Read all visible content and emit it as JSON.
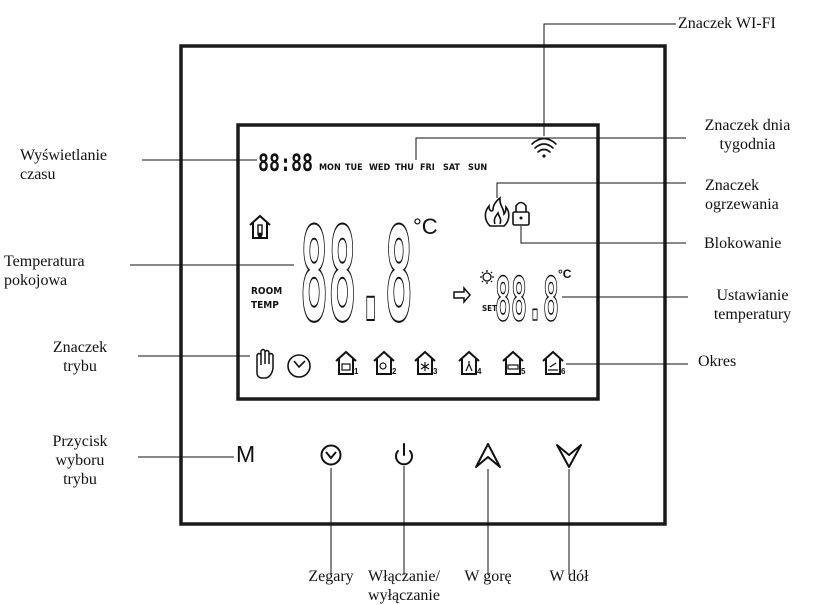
{
  "lcd": {
    "clock": "88:88",
    "days": [
      "MON",
      "TUE",
      "WED",
      "THU",
      "FRI",
      "SAT",
      "SUN"
    ],
    "room_temp_label": [
      "ROOM",
      "TEMP"
    ],
    "set_label": "SET",
    "room_unit": "°C",
    "set_unit": "°C",
    "room_temperature": "88.8",
    "set_temperature": "88.8",
    "period_numbers": [
      "1",
      "2",
      "3",
      "4",
      "5",
      "6"
    ]
  },
  "buttons": {
    "mode_label": "M"
  },
  "callouts": {
    "wifi_icon": "Znaczek WI-FI",
    "weekday_icon": "Znaczek dnia\ntygodnia",
    "heating_icon": "Znaczek\nogrzewania",
    "lock": "Blokowanie",
    "set_temperature": "Ustawianie\ntemperatury",
    "period": "Okres",
    "time_display": "Wyświetlanie\nczasu",
    "room_temperature": "Temperatura\npokojowa",
    "mode_icon": "Znaczek\ntrybu",
    "mode_select_button": "Przycisk\nwyboru\ntrybu",
    "clocks": "Zegary",
    "power": "Włączanie/\nwyłączanie",
    "up": "W gorę",
    "down": "W dół"
  },
  "colors": {
    "frame": "#1a1a1a",
    "ink": "#111111",
    "background": "#ffffff"
  },
  "icons": [
    "wifi-icon",
    "flame-icon",
    "lock-icon",
    "house-thermometer-icon",
    "sun-icon",
    "arrow-right-icon",
    "hand-icon",
    "clock-icon",
    "period-icon",
    "timer-icon",
    "power-icon",
    "up-arrow-icon",
    "down-arrow-icon"
  ]
}
